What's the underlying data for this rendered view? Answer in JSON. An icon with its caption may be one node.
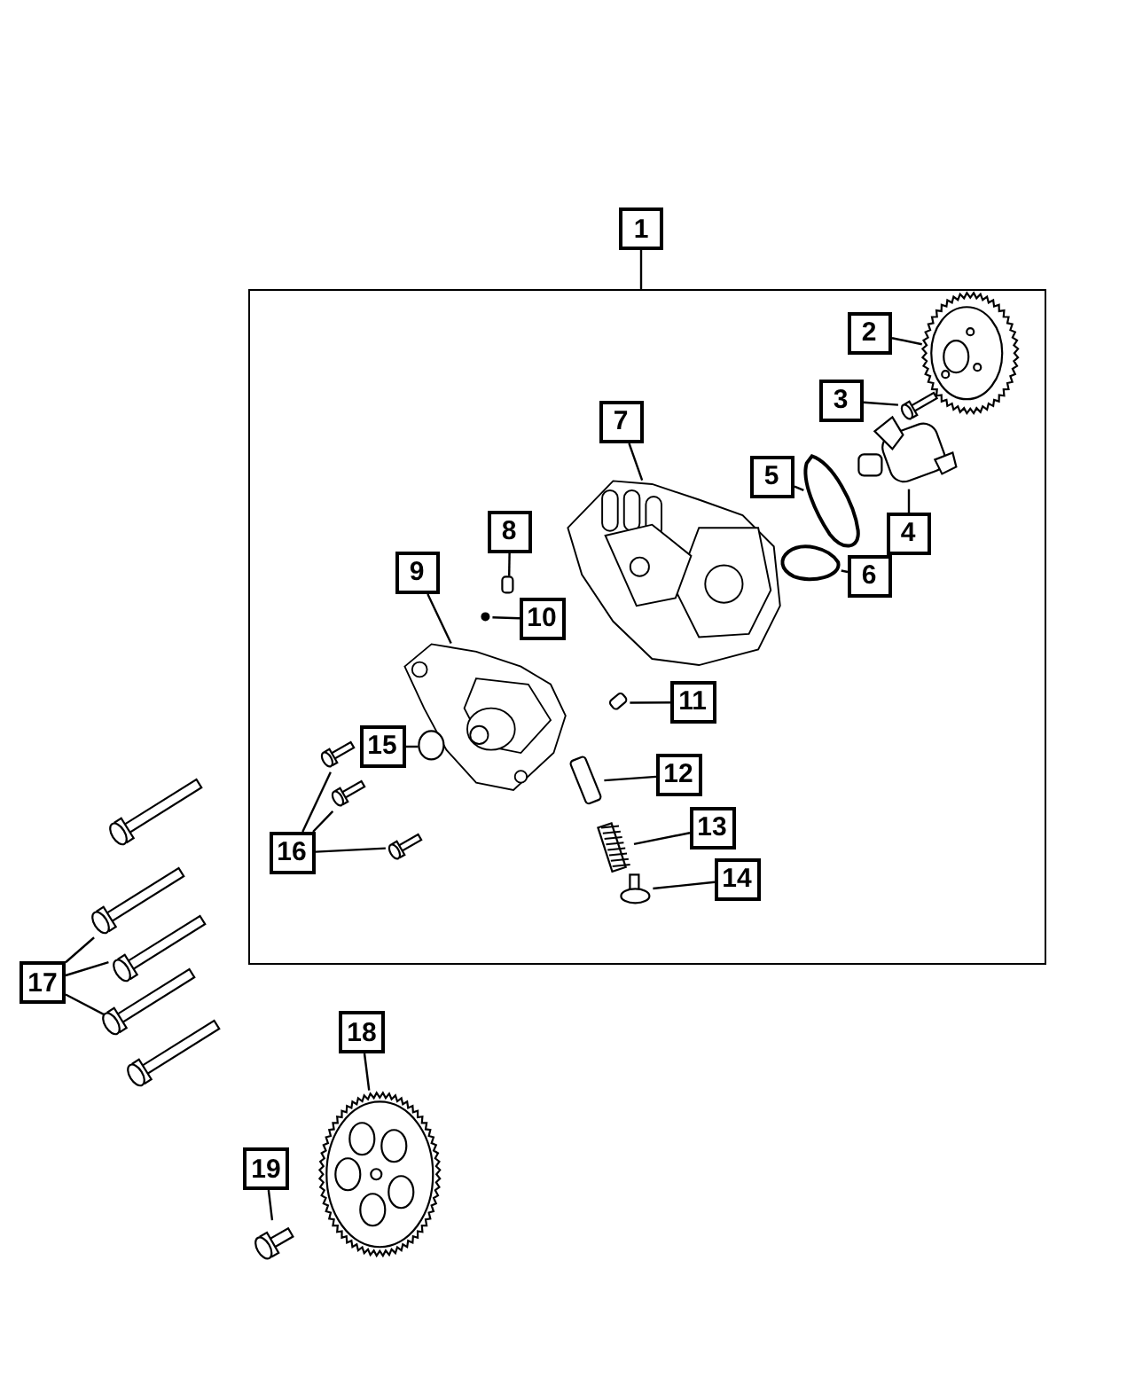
{
  "diagram": {
    "nodes": [
      {
        "text": [
          "1"
        ]
      },
      {
        "text": [],
        "shape": "box"
      },
      {
        "text": [
          "2"
        ],
        "in": 1
      },
      {
        "text": [
          "3"
        ],
        "in": 1
      },
      {
        "text": [
          "4"
        ],
        "in": 1
      },
      {
        "text": [
          "5"
        ],
        "in": 1
      },
      {
        "text": [
          "6"
        ],
        "in": 1
      },
      {
        "text": [
          "7"
        ],
        "in": 1
      },
      {
        "text": [
          "8"
        ],
        "in": 1
      },
      {
        "text": [
          "9"
        ],
        "in": 1
      },
      {
        "text": [
          "10"
        ],
        "in": 1
      },
      {
        "text": [
          "11"
        ],
        "in": 1
      },
      {
        "text": [
          "12"
        ],
        "in": 1
      },
      {
        "text": [
          "13"
        ],
        "in": 1
      },
      {
        "text": [
          "14"
        ],
        "in": 1
      },
      {
        "text": [
          "15"
        ],
        "in": 1
      },
      {
        "text": [
          "16"
        ],
        "in": 1
      },
      {
        "text": [
          "17"
        ]
      },
      {
        "text": [
          "18"
        ]
      },
      {
        "text": [
          "19"
        ]
      },
      {
        "text": [],
        "shape": "picture",
        "in": 1
      },
      {
        "text": [],
        "shape": "bolt",
        "in": 1
      },
      {
        "text": [],
        "shape": "cylinder",
        "in": 1
      },
      {
        "text": [],
        "shape": "ring",
        "in": 1
      },
      {
        "text": [],
        "shape": "ring",
        "in": 1
      },
      {
        "text": [],
        "shape": "picture",
        "in": 1
      },
      {
        "text": [],
        "shape": "pin",
        "in": 1
      },
      {
        "text": [],
        "shape": "picture",
        "in": 1
      },
      {
        "text": [],
        "shape": "circle",
        "in": 1
      },
      {
        "text": [],
        "shape": "pin",
        "in": 1
      },
      {
        "text": [],
        "shape": "cylinder",
        "in": 1
      },
      {
        "text": [],
        "shape": "picture",
        "in": 1
      },
      {
        "text": [],
        "shape": "plug",
        "in": 1
      },
      {
        "text": [],
        "shape": "plug",
        "in": 1
      },
      {
        "text": [],
        "shape": "bolt",
        "in": 1
      },
      {
        "text": [],
        "shape": "bolt",
        "in": 1
      },
      {
        "text": [],
        "shape": "bolt",
        "in": 1
      },
      {
        "text": [],
        "shape": "bolt"
      },
      {
        "text": [],
        "shape": "bolt"
      },
      {
        "text": [],
        "shape": "bolt"
      },
      {
        "text": [],
        "shape": "bolt"
      },
      {
        "text": [],
        "shape": "bolt"
      },
      {
        "text": [],
        "shape": "picture"
      },
      {
        "text": [],
        "shape": "bolt"
      }
    ],
    "edges": [
      {
        "from": 0,
        "to": 1,
        "arrow": "none"
      },
      {
        "from": 2,
        "to": 20,
        "arrow": "none"
      },
      {
        "from": 3,
        "to": 21,
        "arrow": "none"
      },
      {
        "from": 4,
        "to": 22,
        "arrow": "none"
      },
      {
        "from": 5,
        "to": 23,
        "arrow": "none"
      },
      {
        "from": 6,
        "to": 24,
        "arrow": "none"
      },
      {
        "from": 7,
        "to": 25,
        "arrow": "none"
      },
      {
        "from": 8,
        "to": 26,
        "arrow": "none"
      },
      {
        "from": 9,
        "to": 27,
        "arrow": "none"
      },
      {
        "from": 10,
        "to": 28,
        "arrow": "none"
      },
      {
        "from": 11,
        "to": 29,
        "arrow": "none"
      },
      {
        "from": 12,
        "to": 30,
        "arrow": "none"
      },
      {
        "from": 13,
        "to": 31,
        "arrow": "none"
      },
      {
        "from": 14,
        "to": 32,
        "arrow": "none"
      },
      {
        "from": 15,
        "to": 33,
        "arrow": "none"
      },
      {
        "from": 16,
        "to": 34,
        "arrow": "none"
      },
      {
        "from": 16,
        "to": 35,
        "arrow": "none"
      },
      {
        "from": 16,
        "to": 36,
        "arrow": "none"
      },
      {
        "from": 17,
        "to": 38,
        "arrow": "none"
      },
      {
        "from": 17,
        "to": 39,
        "arrow": "none"
      },
      {
        "from": 17,
        "to": 41,
        "arrow": "none"
      },
      {
        "from": 18,
        "to": 42,
        "arrow": "none"
      },
      {
        "from": 19,
        "to": 43,
        "arrow": "none"
      }
    ]
  }
}
